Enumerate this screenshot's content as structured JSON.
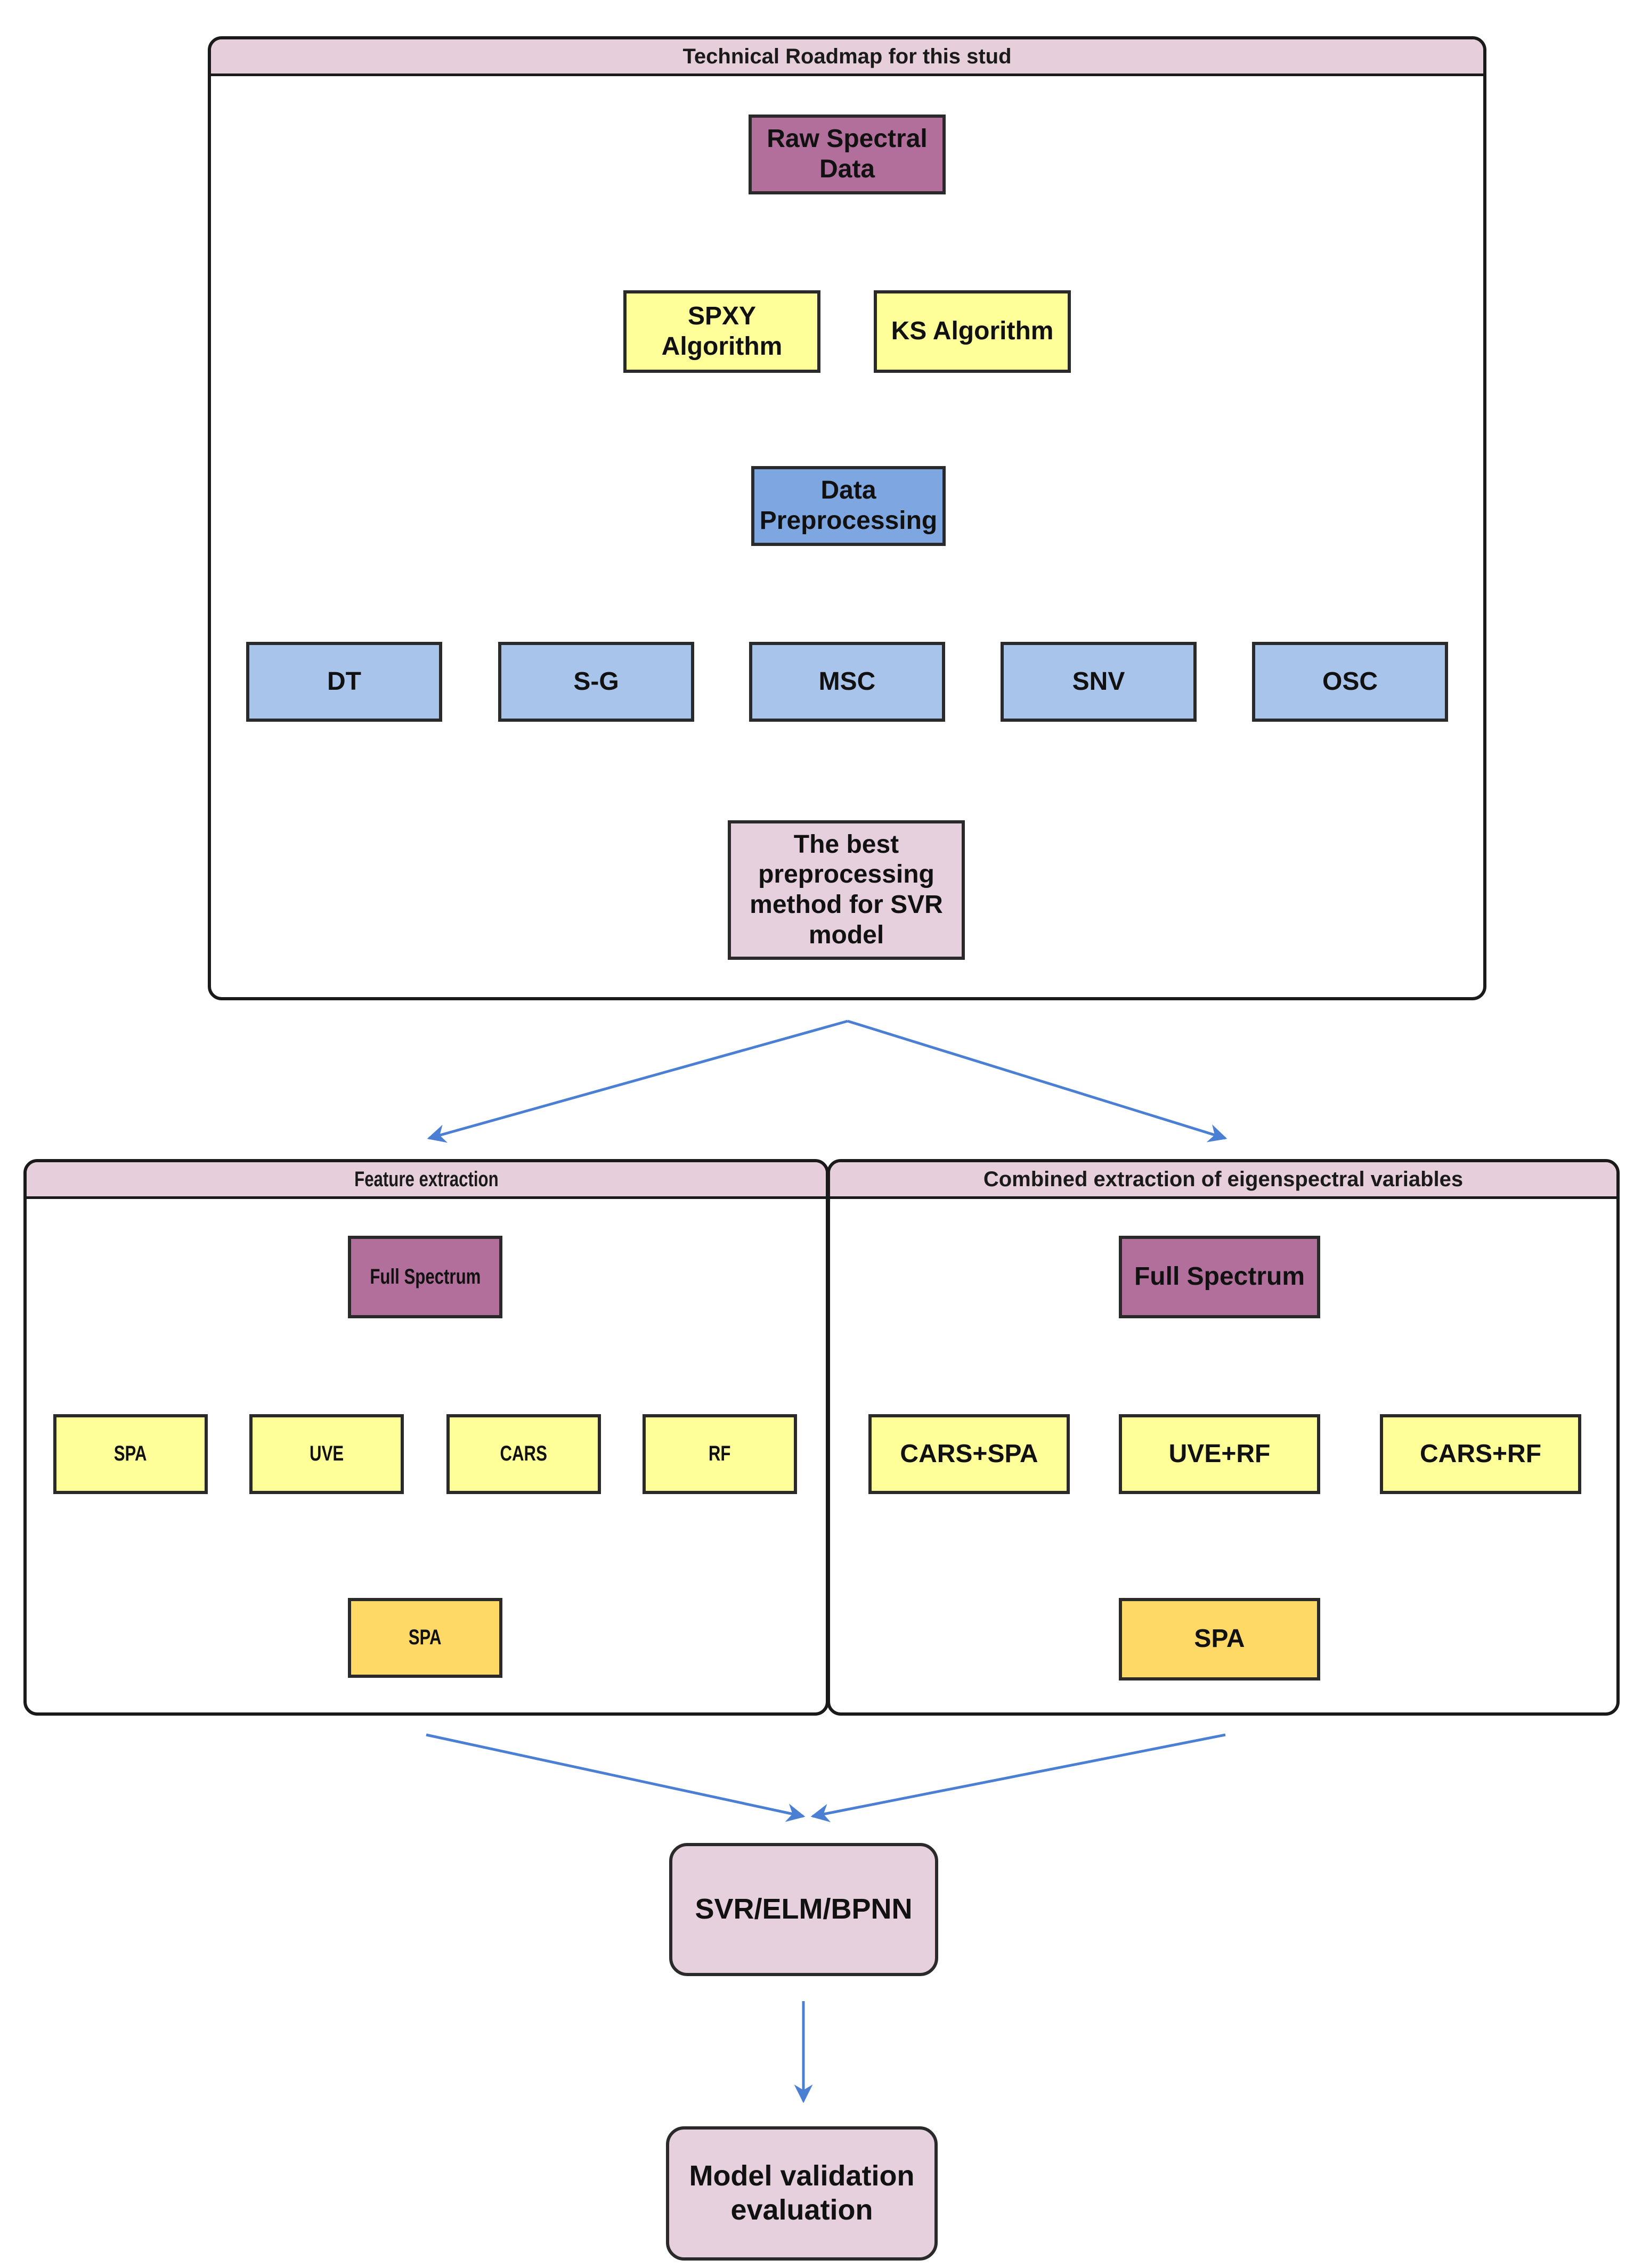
{
  "roadmap": {
    "title": "Technical Roadmap for this stud",
    "raw_data": "Raw Spectral\nData",
    "spxy": "SPXY\nAlgorithm",
    "ks": "KS Algorithm",
    "preprocessing": "Data\nPreprocessing",
    "methods": [
      "DT",
      "S-G",
      "MSC",
      "SNV",
      "OSC"
    ],
    "best": "The best\npreprocessing\nmethod for SVR\nmodel"
  },
  "feature_extraction": {
    "title": "Feature extraction",
    "full_spectrum": "Full Spectrum",
    "methods": [
      "SPA",
      "UVE",
      "CARS",
      "RF"
    ],
    "spa_secondary": "SPA"
  },
  "combined_extraction": {
    "title": "Combined extraction of eigenspectral variables",
    "full_spectrum": "Full Spectrum",
    "methods": [
      "CARS+SPA",
      "UVE+RF",
      "CARS+RF"
    ],
    "spa_secondary": "SPA"
  },
  "models": "SVR/ELM/BPNN",
  "validation": "Model validation\nevaluation",
  "colors": {
    "purple_node": "#b26f9b",
    "yellow_node": "#ffff99",
    "blue_node": "#7ea6e0",
    "light_blue_node": "#a9c4eb",
    "pink_node": "#e6d0de",
    "gold_node": "#ffd966",
    "header_pink": "#e6cedb",
    "blue_arrow": "#4a7fd4"
  }
}
